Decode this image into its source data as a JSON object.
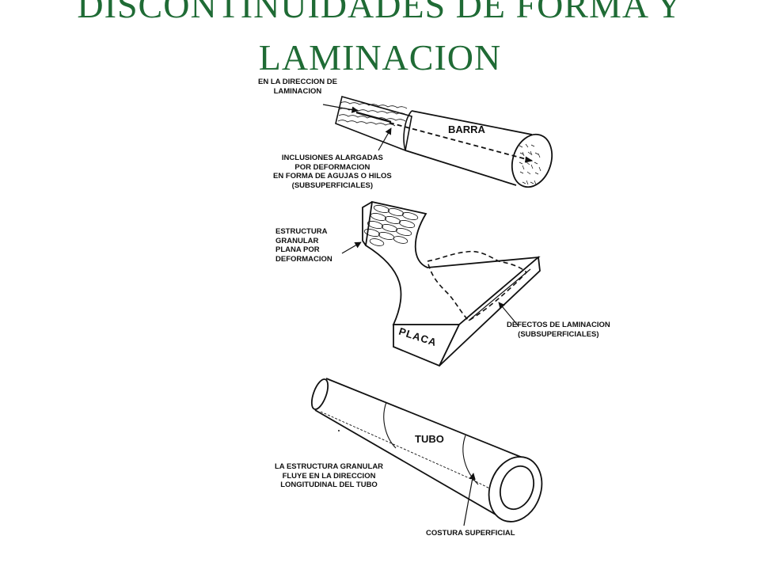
{
  "slide": {
    "title_line1": "DISCONTINUIDADES DE FORMA Y",
    "title_line2": "LAMINACION"
  },
  "barra": {
    "name": "BARRA",
    "label_direction": "EN LA DIRECCION DE\nLAMINACION",
    "label_inclusions": "INCLUSIONES ALARGADAS\nPOR DEFORMACION\nEN FORMA DE AGUJAS O HILOS\n(SUBSUPERFICIALES)"
  },
  "placa": {
    "name": "PLACA",
    "label_structure": "ESTRUCTURA\nGRANULAR\nPLANA POR\nDEFORMACION",
    "label_defects": "DEFECTOS DE LAMINACION\n(SUBSUPERFICIALES)"
  },
  "tubo": {
    "name": "TUBO",
    "label_flow": "LA ESTRUCTURA GRANULAR\nFLUYE EN LA DIRECCION\nLONGITUDINAL DEL TUBO",
    "label_seam": "COSTURA SUPERFICIAL"
  },
  "colors": {
    "title": "#1f6b35",
    "ink": "#111111",
    "background": "#ffffff"
  }
}
